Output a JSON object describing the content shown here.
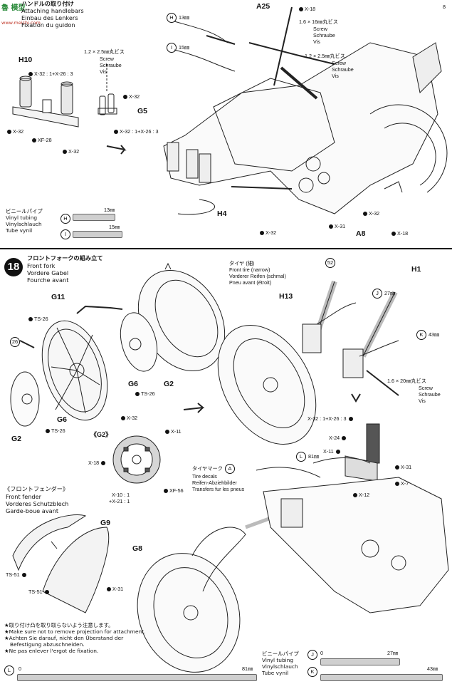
{
  "watermark": {
    "brand": "魯 模型",
    "sub": "www.meishi.com"
  },
  "page_number": "8",
  "step17": {
    "title_jp": "ハンドルの取り付け",
    "title_en": "Attaching handlebars",
    "title_de": "Einbau des Lenkers",
    "title_fr": "Fixation du guidon",
    "parts": {
      "h10": "H10",
      "g5": "G5",
      "a25": "A25",
      "h4": "H4",
      "a8": "A8",
      "x32": "X-32",
      "xf28": "XF-28",
      "x32x26": "X-32 : 1+X-26 : 3",
      "x18": "X-18",
      "x31": "X-31"
    },
    "callouts": {
      "screw_small_jp": "1.2 × 2.5㎜丸ビス",
      "screw_large_jp": "1.6 × 16㎜丸ビス",
      "screw_en": "Screw",
      "screw_de": "Schraube",
      "screw_fr": "Vis",
      "tube_h_mark": "H",
      "tube_h_len": "13㎜",
      "tube_i_mark": "I",
      "tube_i_len": "15㎜"
    },
    "vinyl_tubing": {
      "jp": "ビニールパイプ",
      "en": "Vinyl tubing",
      "de": "Vinylschlauch",
      "fr": "Tube vynil",
      "rows": [
        {
          "mark": "H",
          "length": "13㎜"
        },
        {
          "mark": "I",
          "length": "15㎜"
        }
      ]
    }
  },
  "step18": {
    "number": "18",
    "title_jp": "フロントフォークの組み立て",
    "title_en": "Front fork",
    "title_de": "Vordere Gabel",
    "title_fr": "Fourche avant",
    "parts": {
      "g11": "G11",
      "g2a": "G2",
      "g2b": "G2",
      "g6a": "G6",
      "g6b": "G6",
      "ts26a": "TS-26",
      "ts26b": "TS-26",
      "ts26c": "TS-26",
      "x32": "X-32",
      "h13": "H13",
      "h1": "H1",
      "x24": "X-24",
      "x11a": "X-11",
      "x31": "X-31",
      "x7": "X-7",
      "x12": "X-12",
      "x32x26": "X-32 : 1+X-26 : 3",
      "mark26": "26",
      "mark52": "52"
    },
    "tire": {
      "jp": "タイヤ (細)",
      "en": "Front tire (narrow)",
      "de": "Vorderer Reifen (schmal)",
      "fr": "Pneu avant (étroit)"
    },
    "screw": {
      "jp": "1.6 × 20㎜丸ビス",
      "en": "Screw",
      "de": "Schraube",
      "fr": "Vis"
    },
    "tubes": {
      "j_mark": "J",
      "j_len": "27㎜",
      "k_mark": "K",
      "k_len": "43㎜",
      "l_mark": "L",
      "l_len": "81㎜"
    },
    "tire_decals": {
      "jp": "タイヤマーク",
      "mark": "A",
      "en": "Tire decals",
      "de": "Reifen-Abziehbilder",
      "fr": "Transfers fur les pneus"
    },
    "g2_detail": {
      "title": "《G2》",
      "x11": "X-11",
      "x18": "X-18",
      "x10x21_a": "X-10 : 1",
      "x10x21_b": "+X-21 : 1",
      "xf56": "XF-56"
    },
    "fender": {
      "jp": "《フロントフェンダー》",
      "en": "Front fender",
      "de": "Vorderes Schutzblech",
      "fr": "Garde-boue avant",
      "g9": "G9",
      "g8": "G8",
      "ts51a": "TS-51",
      "ts51b": "TS-51",
      "x31": "X-31"
    },
    "notes": [
      "★取り付け凸を取り取らないよう注意します。",
      "★Make sure not to remove projection for attachment.",
      "★Achten Sie darauf, nicht den Überstand der",
      "Befestigung abzuschneiden.",
      "★Ne pas enlever l'ergot de fixation."
    ],
    "vinyl_tubing": {
      "jp": "ビニールパイプ",
      "en": "Vinyl tubing",
      "de": "Vinylschlauch",
      "fr": "Tube vynil",
      "rows": [
        {
          "mark": "J",
          "length": "27㎜"
        },
        {
          "mark": "K",
          "length": "43㎜"
        },
        {
          "mark": "L",
          "length": "81㎜"
        }
      ],
      "zero": "0"
    }
  }
}
